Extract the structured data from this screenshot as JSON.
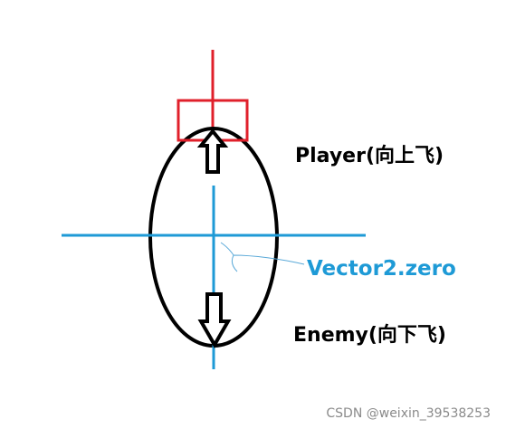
{
  "labels": {
    "player": "Player(向上飞)",
    "enemy": "Enemy(向下飞)",
    "origin": "Vector2.zero"
  },
  "watermark": "CSDN @weixin_39538253",
  "colors": {
    "outline": "#000000",
    "axis": "#1e9ad6",
    "player_marker": "#e0202b",
    "background": "#ffffff",
    "watermark": "#8a8a8a"
  },
  "icons": {
    "player_arrow": "arrow-up-icon",
    "enemy_arrow": "arrow-down-icon"
  }
}
